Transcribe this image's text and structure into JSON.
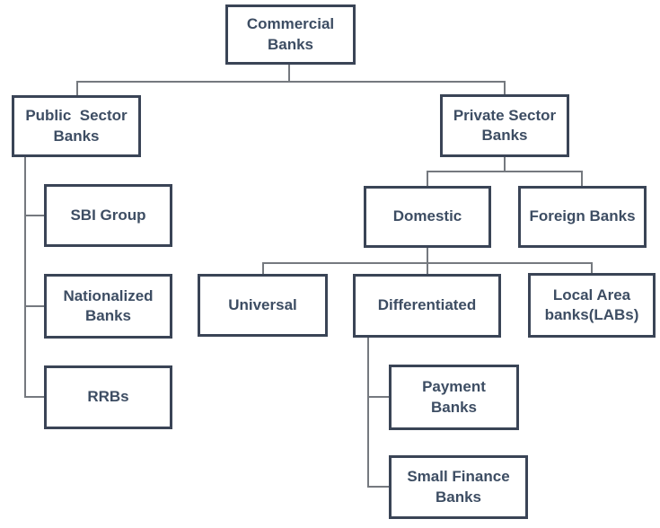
{
  "diagram": {
    "background": "#ffffff",
    "colors": {
      "box_border": "#3a4456",
      "text": "#3d4d63",
      "connector": "#75797f"
    },
    "nodes": {
      "commercial_banks": {
        "label": "Commercial\nBanks"
      },
      "public_sector_banks": {
        "label": "Public  Sector\nBanks"
      },
      "private_sector_banks": {
        "label": "Private Sector\nBanks"
      },
      "sbi_group": {
        "label": "SBI Group"
      },
      "nationalized_banks": {
        "label": "Nationalized\nBanks"
      },
      "rrbs": {
        "label": "RRBs"
      },
      "domestic": {
        "label": "Domestic"
      },
      "foreign_banks": {
        "label": "Foreign Banks"
      },
      "universal": {
        "label": "Universal"
      },
      "local_area_banks": {
        "label": "Local Area\nbanks(LABs)"
      },
      "differentiated": {
        "label": "Differentiated"
      },
      "payment_banks": {
        "label": "Payment\nBanks"
      },
      "small_finance_banks": {
        "label": "Small Finance\nBanks"
      }
    },
    "edges": [
      {
        "from": "commercial_banks",
        "to": "public_sector_banks"
      },
      {
        "from": "commercial_banks",
        "to": "private_sector_banks"
      },
      {
        "from": "public_sector_banks",
        "to": "sbi_group"
      },
      {
        "from": "public_sector_banks",
        "to": "nationalized_banks"
      },
      {
        "from": "public_sector_banks",
        "to": "rrbs"
      },
      {
        "from": "private_sector_banks",
        "to": "domestic"
      },
      {
        "from": "private_sector_banks",
        "to": "foreign_banks"
      },
      {
        "from": "domestic",
        "to": "universal"
      },
      {
        "from": "domestic",
        "to": "differentiated"
      },
      {
        "from": "domestic",
        "to": "local_area_banks"
      },
      {
        "from": "differentiated",
        "to": "payment_banks"
      },
      {
        "from": "differentiated",
        "to": "small_finance_banks"
      }
    ]
  }
}
